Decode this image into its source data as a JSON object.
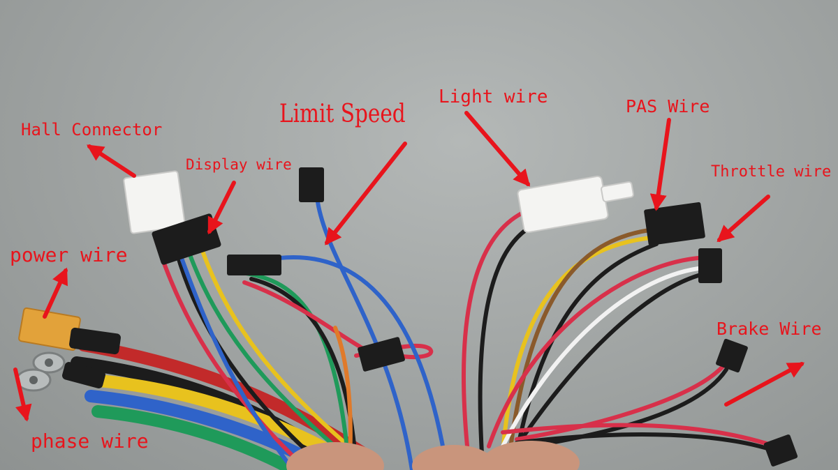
{
  "labels": {
    "hall_connector": "Hall Connector",
    "display_wire": "Display wire",
    "limit_speed": "Limit Speed",
    "light_wire": "Light wire",
    "pas_wire": "PAS Wire",
    "throttle_wire": "Throttle wire",
    "power_wire": "power wire",
    "brake_wire": "Brake Wire",
    "phase_wire": "phase wire"
  },
  "colors": {
    "annotation": "#e8141c",
    "background": "#a3a7a6",
    "wire_red": "#d8304a",
    "wire_black": "#1c1c1c",
    "wire_yellow": "#e8c21e",
    "wire_blue": "#2f63c9",
    "wire_green": "#1f9a5a",
    "wire_white": "#f2f2f2",
    "wire_brown": "#8a5a2b",
    "connector_white": "#f4f4f2",
    "connector_orange": "#e2a23a"
  }
}
